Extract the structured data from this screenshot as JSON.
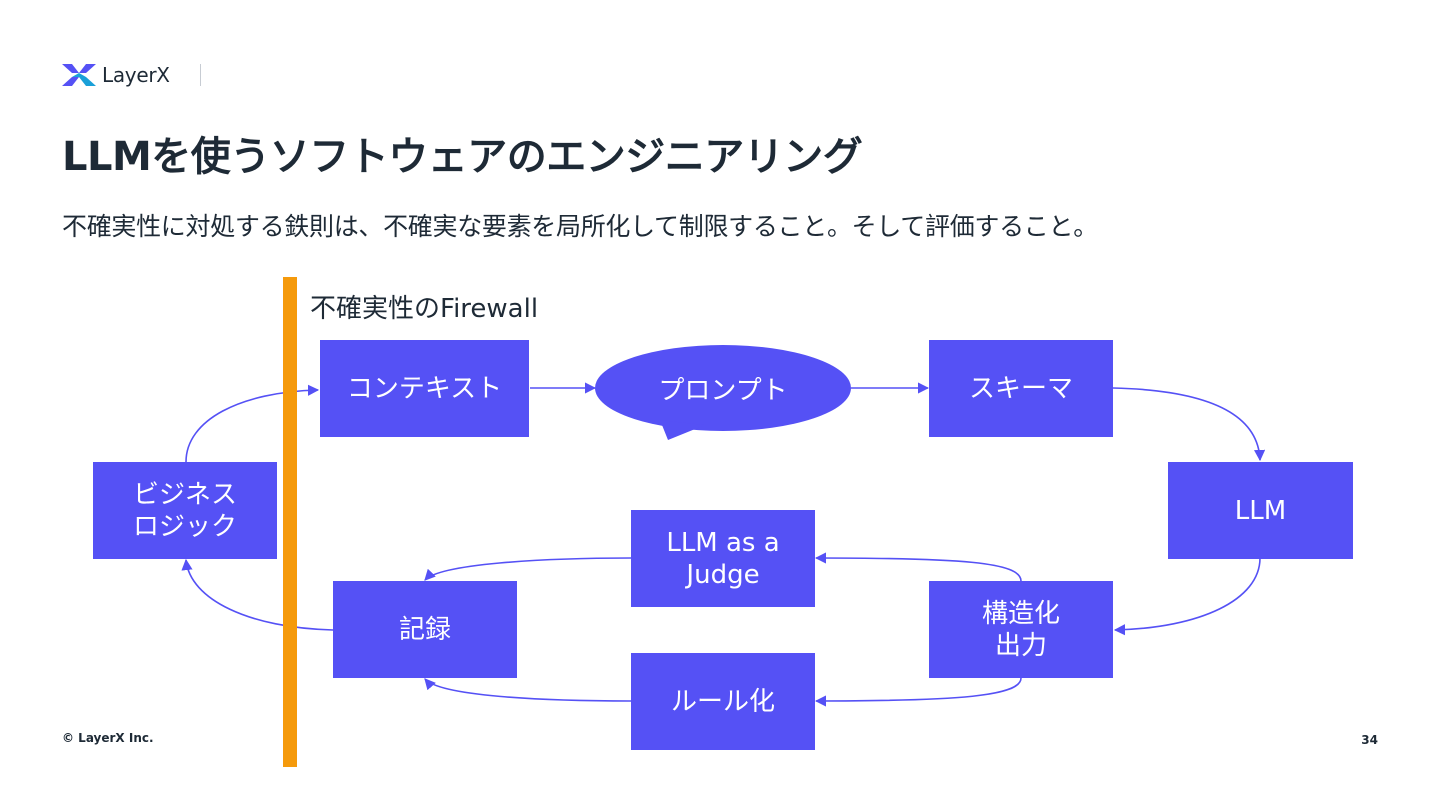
{
  "logo": {
    "text": "LayerX",
    "icon": "layerx-logo-icon"
  },
  "title": "LLMを使うソフトウェアのエンジニアリング",
  "subtitle": "不確実性に対処する鉄則は、不確実な要素を局所化して制限すること。そして評価すること。",
  "firewall": {
    "label": "不確実性のFirewall",
    "color": "#f59a0c"
  },
  "nodes": {
    "context": "コンテキスト",
    "prompt": "プロンプト",
    "schema": "スキーマ",
    "business_logic": "ビジネス\nロジック",
    "llm": "LLM",
    "llm_judge": "LLM as a\nJudge",
    "record": "記録",
    "structured_output": "構造化\n出力",
    "rule": "ルール化"
  },
  "colors": {
    "node": "#5551f5",
    "arrow": "#5551f5",
    "text": "#1e2a36"
  },
  "footer": {
    "copyright": "© LayerX Inc.",
    "page": "34"
  }
}
